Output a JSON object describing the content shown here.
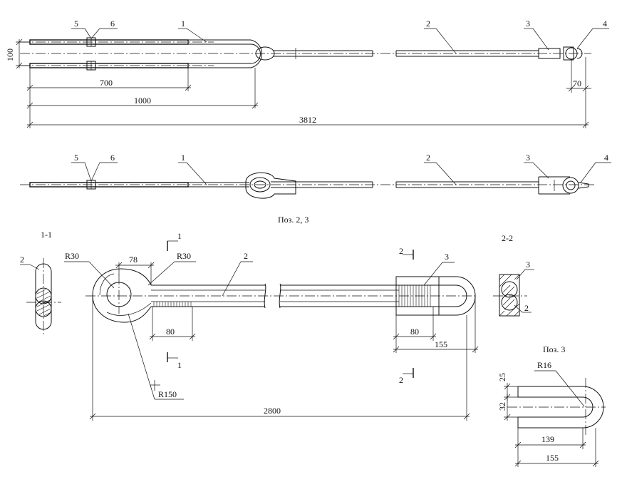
{
  "top_view": {
    "labels": [
      "5",
      "6",
      "1",
      "2",
      "3",
      "4"
    ],
    "dims": {
      "height": "100",
      "d700": "700",
      "d1000": "1000",
      "d70": "70",
      "total": "3812"
    }
  },
  "side_view": {
    "labels": [
      "5",
      "6",
      "1",
      "2",
      "3",
      "4"
    ]
  },
  "poz23": {
    "title": "Поз. 2, 3",
    "section11": "1-1",
    "section22": "2-2",
    "cut1": "1",
    "cut2": "2",
    "labels": {
      "l2a": "2",
      "l2b": "2",
      "l3": "3",
      "sec22_3": "3",
      "sec22_2": "2",
      "sec11_2": "2"
    },
    "dims": {
      "r30a": "R30",
      "d78": "78",
      "r30b": "R30",
      "d80a": "80",
      "r150": "R150",
      "d80b": "80",
      "d155": "155",
      "total": "2800"
    }
  },
  "poz3": {
    "title": "Поз. 3",
    "dims": {
      "r16": "R16",
      "d25": "25",
      "d32": "32",
      "d139": "139",
      "d155": "155"
    }
  }
}
